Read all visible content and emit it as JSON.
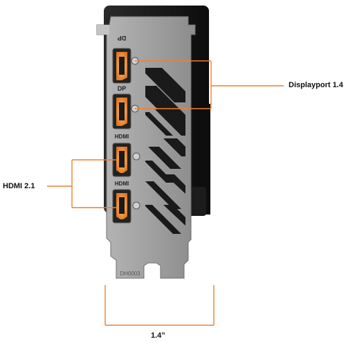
{
  "callouts": {
    "displayport": "Displayport 1.4",
    "hdmi": "HDMI 2.1",
    "width": "1.4”"
  },
  "bracket_markings": {
    "dp_top": "DP",
    "dp_bottom": "DP",
    "hdmi_top": "HDMI",
    "hdmi_bottom": "HDMI",
    "serial": "DH0003"
  },
  "colors": {
    "accent": "#f07f2c",
    "bracket": "#9a9a9a",
    "card_body": "#1a1a1a",
    "port_highlight": "#f08a1e"
  },
  "icons": {
    "screw": "screw-icon",
    "port": "port-connector-icon"
  }
}
